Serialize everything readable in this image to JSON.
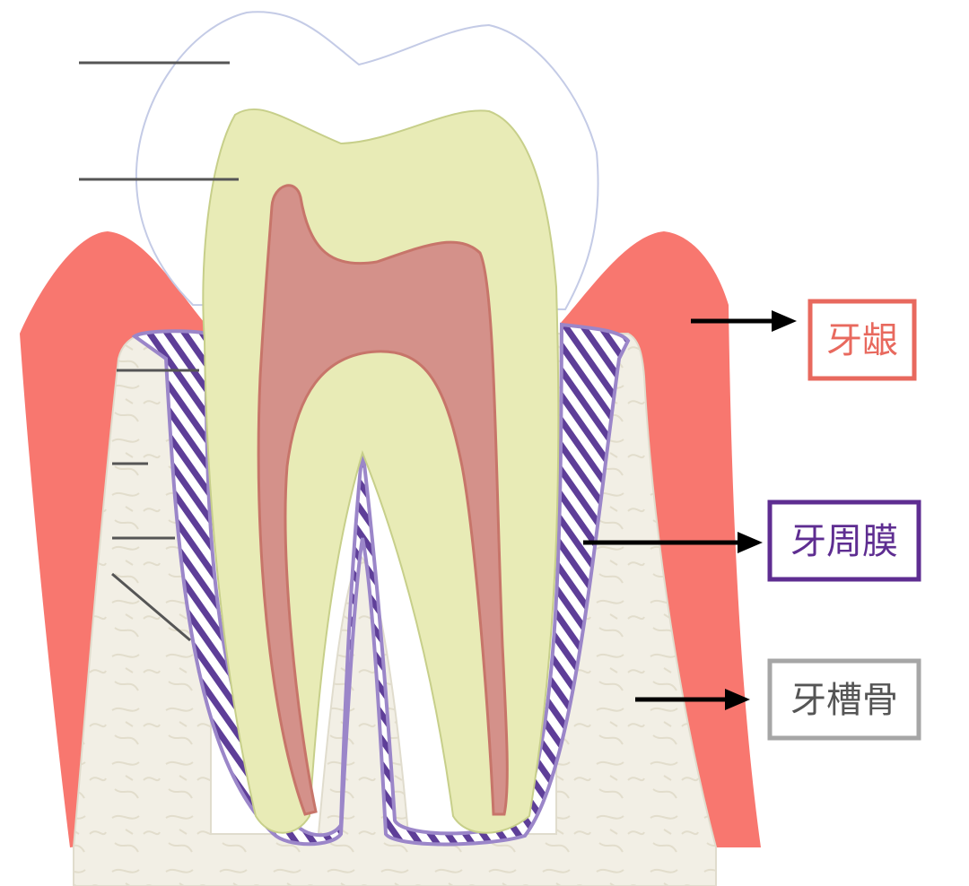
{
  "labels": {
    "gingiva": "牙龈",
    "periodontal_ligament": "牙周膜",
    "alveolar_bone": "牙槽骨"
  },
  "colors": {
    "gingiva": "#f8776f",
    "gingiva_label": "#e8695e",
    "periodontal_ligament": "#5e2d91",
    "periodontal_fiber": "#7a56b0",
    "alveolar_bone": "#a6a6a6",
    "bone_fill": "#f1eee3",
    "dentin": "#e8ebb6",
    "pulp": "#d4918a",
    "enamel_outline": "#c4cbe6"
  }
}
